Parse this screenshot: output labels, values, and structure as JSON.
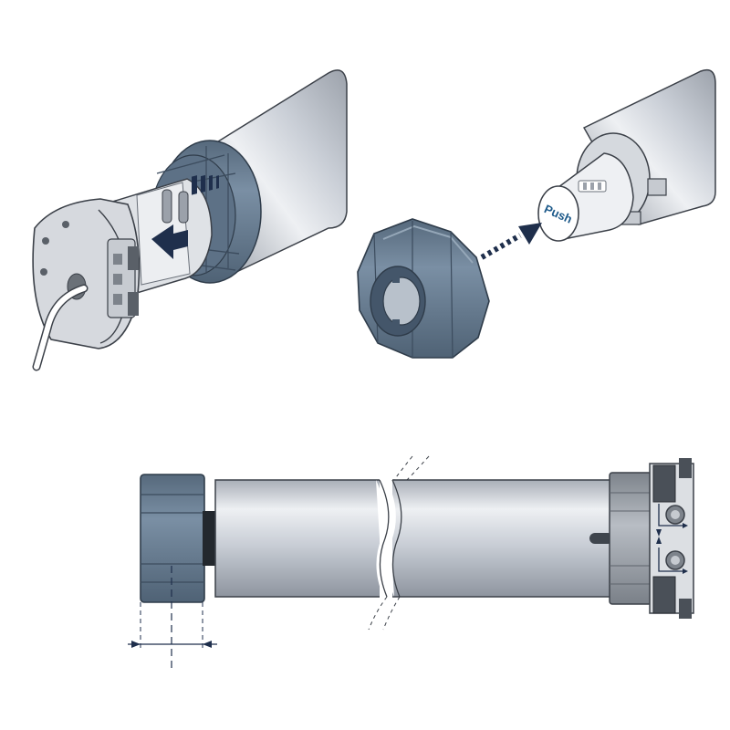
{
  "panels": {
    "top_left": {
      "step": "remove-ring"
    },
    "top_right": {
      "step": "fit-adapter",
      "push_label": "Push"
    },
    "bottom": {
      "step": "assembled-dimensions"
    }
  },
  "colors": {
    "tube": "#c9ced6",
    "tube_highlight": "#eef0f3",
    "tube_shadow": "#8e959f",
    "adapter_blue": "#6f8499",
    "adapter_dark": "#4f6275",
    "arrow_navy": "#1f2f4c",
    "head_grey": "#9aa0a7",
    "outline": "#3b4048"
  },
  "icons": [
    "direction-arrow-icon",
    "push-button-icon",
    "rotation-arrow-icon"
  ]
}
